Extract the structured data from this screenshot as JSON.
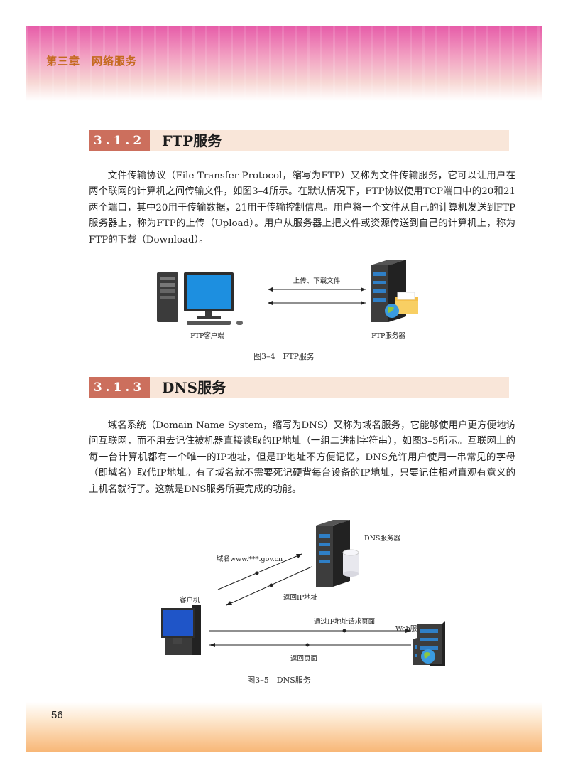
{
  "header": {
    "chapter": "第三章　网络服务"
  },
  "sections": [
    {
      "number": "3.1.2",
      "title": "FTP服务",
      "paragraph": "文件传输协议（File Transfer Protocol，缩写为FTP）又称为文件传输服务，它可以让用户在两个联网的计算机之间传输文件，如图3–4所示。在默认情况下，FTP协议使用TCP端口中的20和21两个端口，其中20用于传输数据，21用于传输控制信息。用户将一个文件从自己的计算机发送到FTP服务器上，称为FTP的上传（Upload）。用户从服务器上把文件或资源传送到自己的计算机上，称为FTP的下载（Download）。",
      "figure": {
        "client_label": "FTP客户端",
        "server_label": "FTP服务器",
        "arrow_label": "上传、下载文件",
        "caption": "图3–4　FTP服务"
      }
    },
    {
      "number": "3.1.3",
      "title": "DNS服务",
      "paragraph": "域名系统（Domain Name System，缩写为DNS）又称为域名服务，它能够使用户更方便地访问互联网，而不用去记住被机器直接读取的IP地址（一组二进制字符串），如图3–5所示。互联网上的每一台计算机都有一个唯一的IP地址，但是IP地址不方便记忆，DNS允许用户使用一串常见的字母（即域名）取代IP地址。有了域名就不需要死记硬背每台设备的IP地址，只要记住相对直观有意义的主机名就行了。这就是DNS服务所要完成的功能。",
      "figure": {
        "dns_server_label": "DNS服务器",
        "domain_label": "域名www.***.gov.cn",
        "return_ip_label": "返回IP地址",
        "client_label": "客户机",
        "web_server_label": "Web服务器",
        "request_label": "通过IP地址请求页面",
        "return_page_label": "返回页面",
        "caption": "图3–5　DNS服务"
      }
    }
  ],
  "page_number": "56"
}
